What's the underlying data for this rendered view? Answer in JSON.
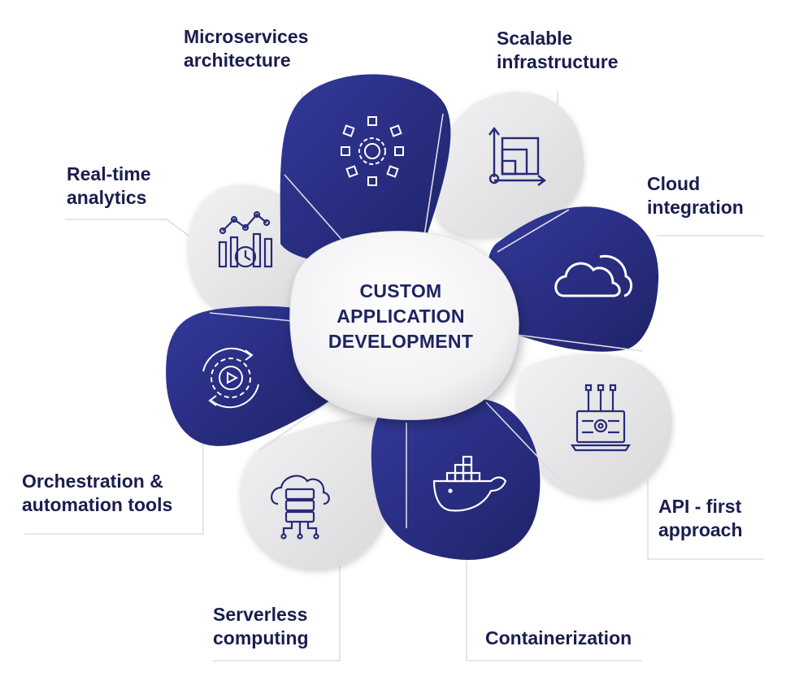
{
  "center": {
    "line1": "CUSTOM",
    "line2": "APPLICATION",
    "line3": "DEVELOPMENT"
  },
  "nodes": [
    {
      "line1": "Microservices",
      "line2": "architecture",
      "icon": "microservices-icon",
      "theme": "navy"
    },
    {
      "line1": "Scalable",
      "line2": "infrastructure",
      "icon": "scaling-chart-icon",
      "theme": "grey"
    },
    {
      "line1": "Cloud",
      "line2": "integration",
      "icon": "cloud-icon",
      "theme": "navy"
    },
    {
      "line1": "API - first",
      "line2": "approach",
      "icon": "api-laptop-icon",
      "theme": "grey"
    },
    {
      "line1": "Containerization",
      "line2": "",
      "icon": "docker-whale-icon",
      "theme": "navy"
    },
    {
      "line1": "Serverless",
      "line2": "computing",
      "icon": "cloud-server-icon",
      "theme": "grey"
    },
    {
      "line1": "Orchestration &",
      "line2": "automation tools",
      "icon": "gear-cycle-icon",
      "theme": "navy"
    },
    {
      "line1": "Real-time",
      "line2": "analytics",
      "icon": "analytics-chart-icon",
      "theme": "grey"
    }
  ],
  "colors": {
    "navy": "#262a78",
    "navy_light": "#33399a",
    "grey": "#e6e6e8",
    "text": "#1a1d4e",
    "connector": "#d6d6d8"
  }
}
